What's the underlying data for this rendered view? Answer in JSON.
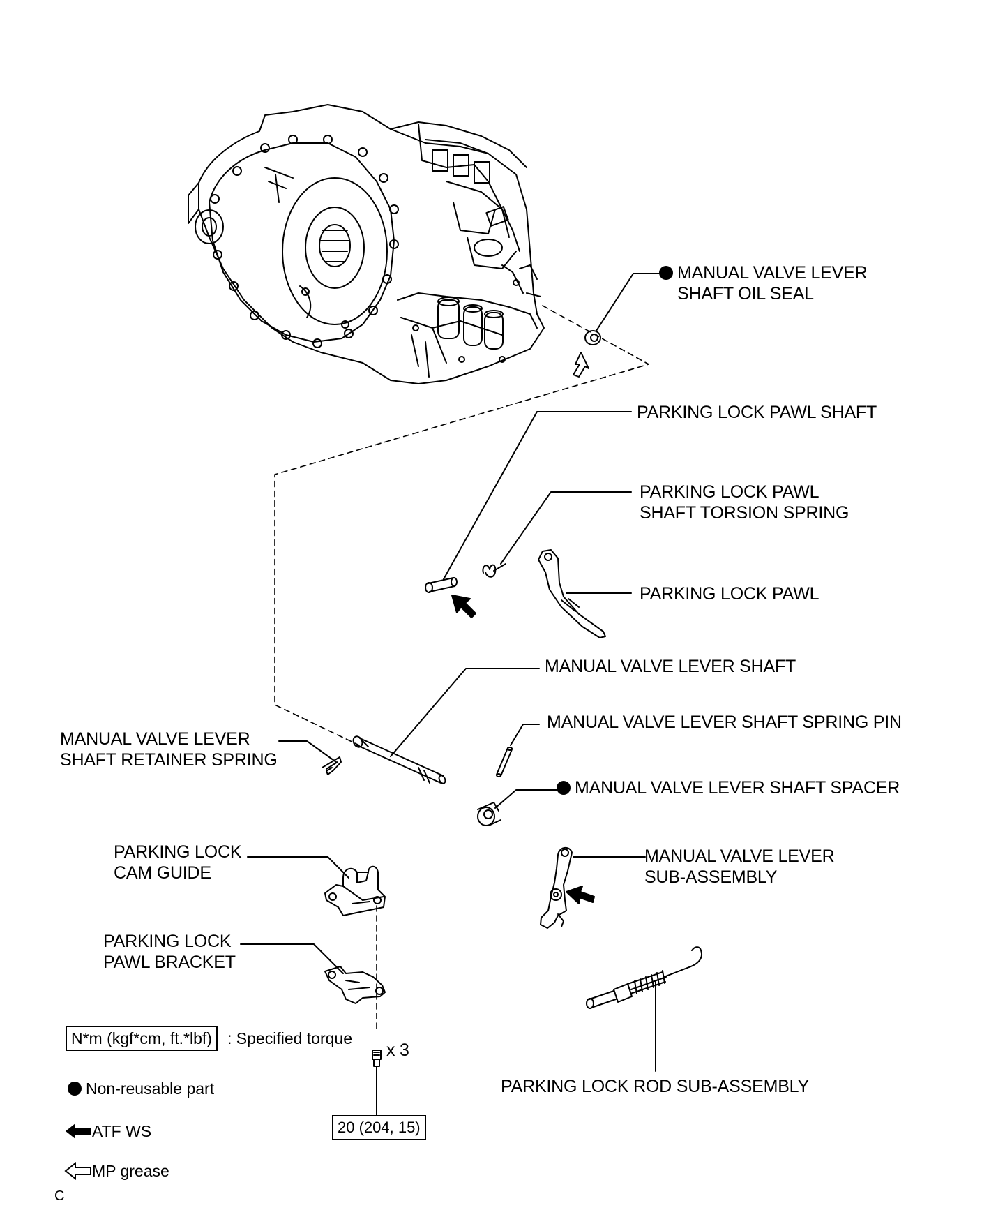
{
  "labels": {
    "oil_seal_1": "MANUAL VALVE LEVER",
    "oil_seal_2": "SHAFT OIL SEAL",
    "pawl_shaft": "PARKING LOCK PAWL SHAFT",
    "torsion_spring_1": "PARKING LOCK PAWL",
    "torsion_spring_2": "SHAFT TORSION SPRING",
    "pawl": "PARKING LOCK PAWL",
    "lever_shaft": "MANUAL VALVE LEVER SHAFT",
    "retainer_spring_1": "MANUAL VALVE LEVER",
    "retainer_spring_2": "SHAFT RETAINER SPRING",
    "spring_pin": "MANUAL VALVE LEVER SHAFT SPRING PIN",
    "spacer": "MANUAL VALVE LEVER SHAFT SPACER",
    "cam_guide_1": "PARKING LOCK",
    "cam_guide_2": "CAM GUIDE",
    "lever_sub_1": "MANUAL VALVE LEVER",
    "lever_sub_2": "SUB-ASSEMBLY",
    "pawl_bracket_1": "PARKING LOCK",
    "pawl_bracket_2": "PAWL BRACKET",
    "rod_sub": "PARKING LOCK ROD SUB-ASSEMBLY",
    "bolt_qty": "x 3"
  },
  "torque": {
    "bolt_value": "20 (204, 15)"
  },
  "legend": {
    "torque_box": "N*m (kgf*cm, ft.*lbf)",
    "torque_text": ": Specified torque",
    "non_reusable": "Non-reusable part",
    "atf": "ATF WS",
    "grease": "MP grease"
  },
  "corner_mark": "C"
}
